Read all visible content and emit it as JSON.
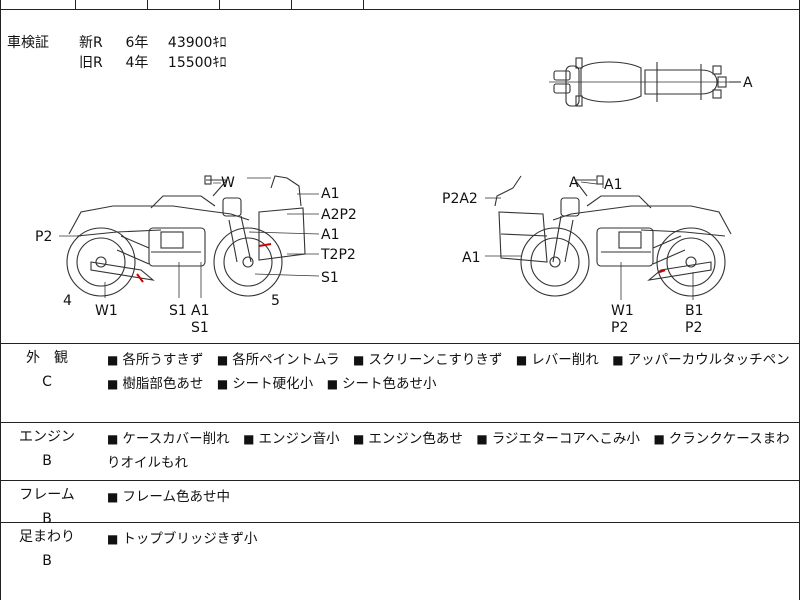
{
  "shaken": {
    "label": "車検証",
    "rows": [
      {
        "kind": "新R",
        "years": "6年",
        "mileage": "43900ｷﾛ"
      },
      {
        "kind": "旧R",
        "years": "4年",
        "mileage": "15500ｷﾛ"
      }
    ]
  },
  "diagram": {
    "top_view": {
      "label_a": "A"
    },
    "left_view": {
      "labels": {
        "w_mirror": "W",
        "a1_top": "A1",
        "a2p2": "A2P2",
        "a1_mid": "A1",
        "t2p2": "T2P2",
        "s1_right": "S1",
        "p2_left": "P2",
        "num_4": "4",
        "num_5": "5",
        "w1": "W1",
        "s1_bottom": "S1",
        "a1_bottom": "A1",
        "s1_bottom2": "S1"
      }
    },
    "right_view": {
      "labels": {
        "a_top": "A",
        "a1_top": "A1",
        "p2a2": "P2A2",
        "a1_left": "A1",
        "w1": "W1",
        "p2_a": "P2",
        "b1": "B1",
        "p2_b": "P2"
      }
    }
  },
  "conditions": [
    {
      "category": "外　観",
      "grade": "C",
      "items": [
        "各所うすきず",
        "各所ペイントムラ",
        "スクリーンこすりきず",
        "レバー削れ",
        "アッパーカウルタッチペン",
        "樹脂部色あせ",
        "シート硬化小",
        "シート色あせ小"
      ]
    },
    {
      "category": "エンジン",
      "grade": "B",
      "items": [
        "ケースカバー削れ",
        "エンジン音小",
        "エンジン色あせ",
        "ラジエターコアへこみ小",
        "クランクケースまわりオイルもれ"
      ]
    },
    {
      "category": "フレーム",
      "grade": "B",
      "items": [
        "フレーム色あせ中"
      ]
    },
    {
      "category": "足まわり",
      "grade": "B",
      "items": [
        "トップブリッジきず小"
      ]
    }
  ],
  "bullet": "■"
}
